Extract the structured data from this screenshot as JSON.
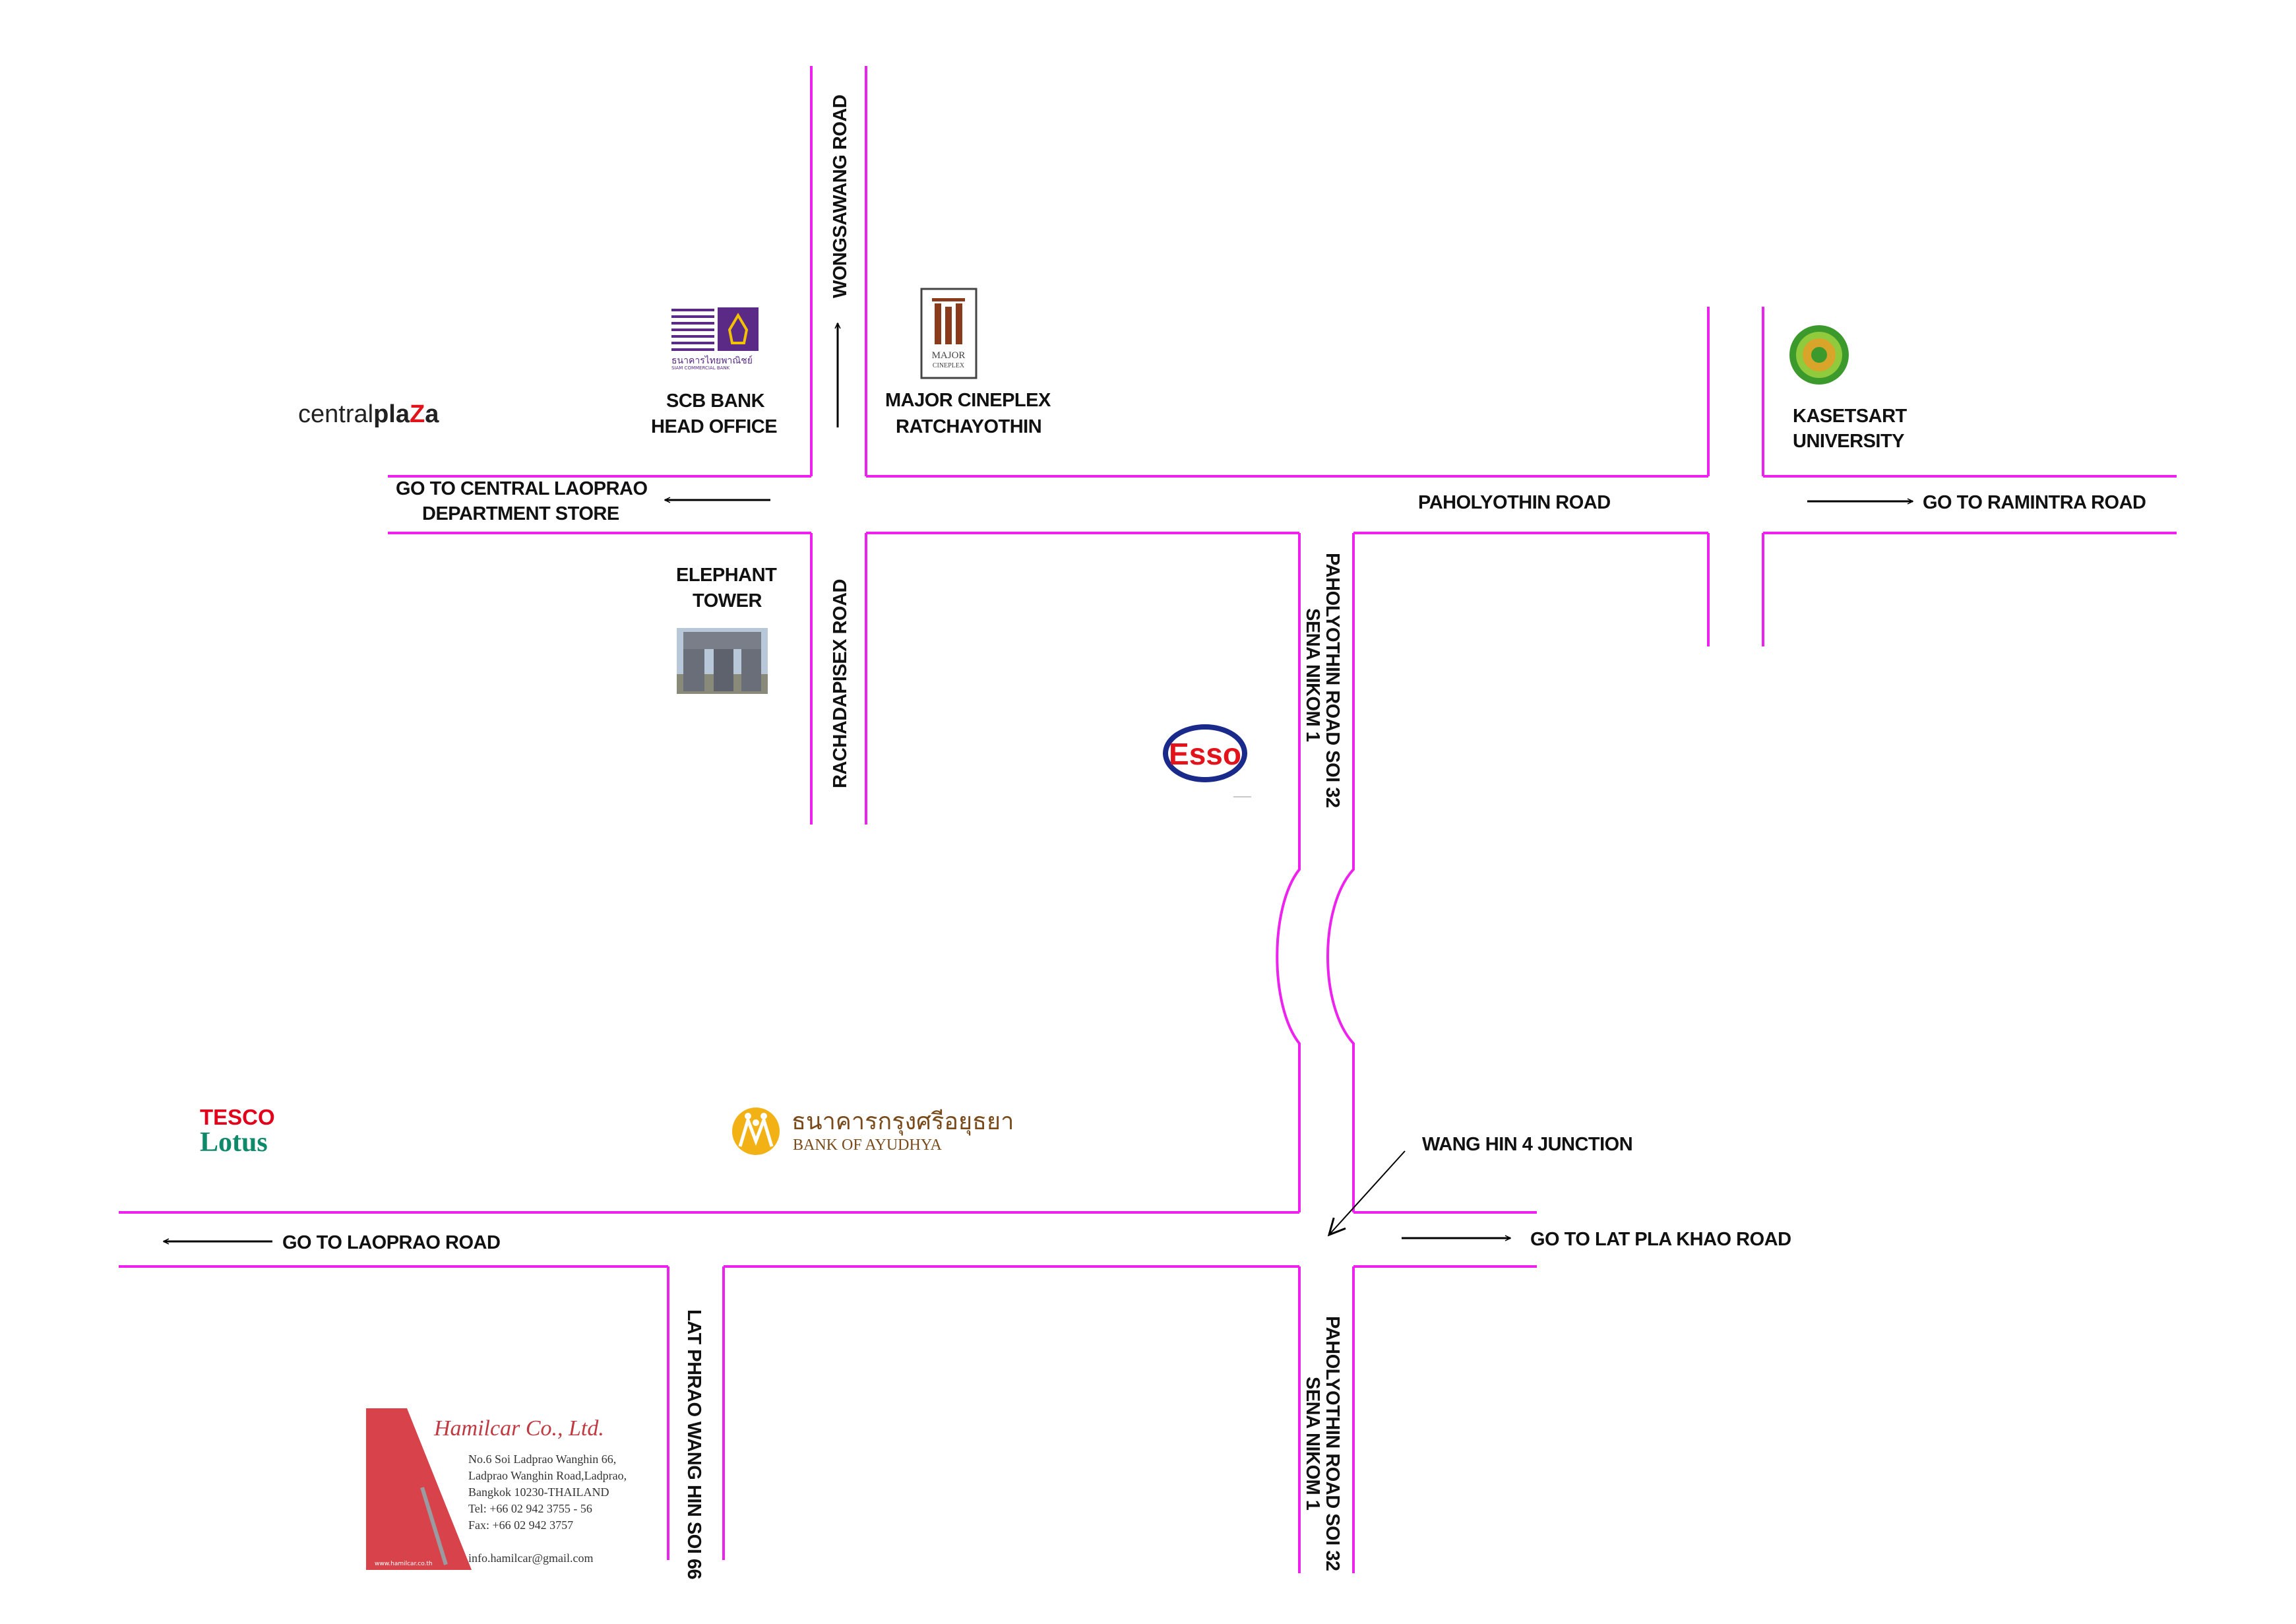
{
  "colors": {
    "road": "#ee22ee",
    "arrow": "#000000",
    "scb_purple": "#5a2a86",
    "major_brown": "#8a3b1c",
    "esso_red": "#e2131a",
    "esso_blue": "#1a2a8a",
    "tesco_red": "#e3001b",
    "lotus_green": "#0e8a6a",
    "ayudhya_gold": "#f2b215",
    "ayudhya_text": "#7a4a1a",
    "card_red": "#d8434b"
  },
  "roads": {
    "wongsawang": "WONGSAWANG ROAD",
    "rachadapisex": "RACHADAPISEX ROAD",
    "paholyothin": "PAHOLYOTHIN ROAD",
    "soi32_upper_line1": "PAHOLYOTHIN ROAD SOI 32",
    "soi32_upper_line2": "SENA NIKOM 1",
    "soi32_lower_line1": "PAHOLYOTHIN ROAD SOI 32",
    "soi32_lower_line2": "SENA NIKOM 1",
    "lat_phrao_soi66": "LAT PHRAO WANG HIN SOI 66"
  },
  "directions": {
    "central_laoprao_line1": "GO TO  CENTRAL LAOPRAO",
    "central_laoprao_line2": "DEPARTMENT STORE",
    "ramintra": "GO TO  RAMINTRA ROAD",
    "laoprao": "GO TO  LAOPRAO ROAD",
    "lat_pla_khao": "GO TO  LAT PLA KHAO ROAD",
    "wang_hin_junction": "WANG HIN 4 JUNCTION"
  },
  "landmarks": {
    "scb_line1": "SCB BANK",
    "scb_line2": "HEAD OFFICE",
    "scb_logo_thai": "ธนาคารไทยพาณิชย์",
    "scb_logo_en": "SIAM COMMERCIAL BANK",
    "major_line1": "MAJOR CINEPLEX",
    "major_line2": "RATCHAYOTHIN",
    "major_logo_line1": "MAJOR",
    "major_logo_line2": "CINEPLEX",
    "kasetsart_line1": "KASETSART",
    "kasetsart_line2": "UNIVERSITY",
    "elephant_line1": "ELEPHANT",
    "elephant_line2": "TOWER",
    "central_plaza_a": "central",
    "central_plaza_b": "pla",
    "central_plaza_c": "Z",
    "central_plaza_d": "a",
    "esso": "Esso",
    "tesco": "TESCO",
    "lotus": "Lotus",
    "ayudhya_thai": "ธนาคารกรุงศรีอยุธยา",
    "ayudhya_en": "BANK OF AYUDHYA"
  },
  "company": {
    "name": "Hamilcar Co., Ltd.",
    "address1": "No.6 Soi Ladprao Wanghin 66,",
    "address2": "Ladprao Wanghin Road,Ladprao,",
    "address3": "Bangkok 10230-THAILAND",
    "tel": "Tel: +66 02 942 3755 - 56",
    "fax": "Fax: +66 02 942 3757",
    "email": "info.hamilcar@gmail.com",
    "website": "www.hamilcar.co.th"
  }
}
